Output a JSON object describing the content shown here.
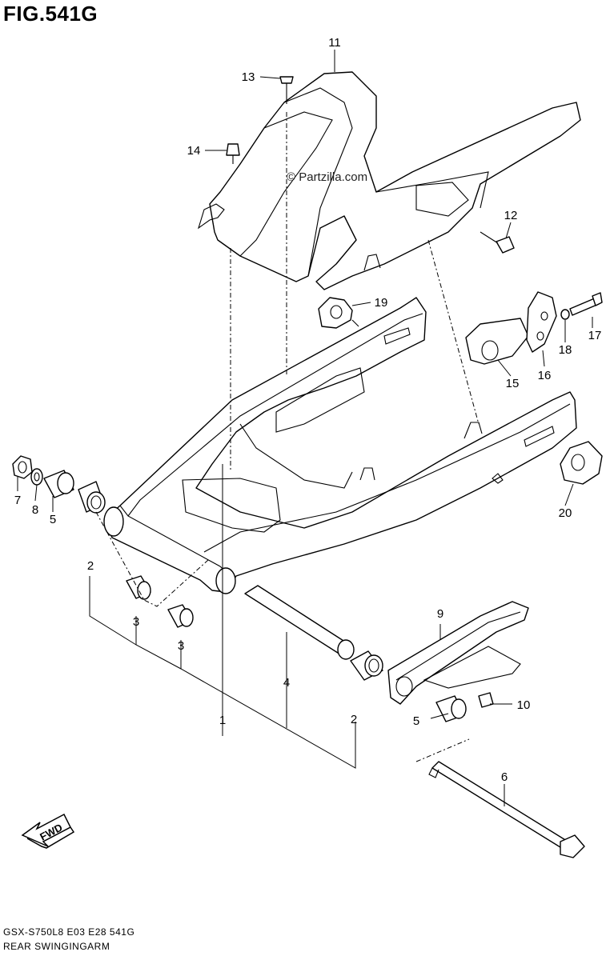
{
  "figure": {
    "title": "FIG.541G",
    "watermark": "© Partzilla.com",
    "model_code": "GSX-S750L8  E03  E28  541G",
    "name": "REAR SWINGINGARM",
    "fwd_label": "FWD"
  },
  "callouts": [
    {
      "id": "c1",
      "text": "1"
    },
    {
      "id": "c2a",
      "text": "2"
    },
    {
      "id": "c2b",
      "text": "2"
    },
    {
      "id": "c3a",
      "text": "3"
    },
    {
      "id": "c3b",
      "text": "3"
    },
    {
      "id": "c4",
      "text": "4"
    },
    {
      "id": "c5a",
      "text": "5"
    },
    {
      "id": "c5b",
      "text": "5"
    },
    {
      "id": "c6",
      "text": "6"
    },
    {
      "id": "c7",
      "text": "7"
    },
    {
      "id": "c8",
      "text": "8"
    },
    {
      "id": "c9",
      "text": "9"
    },
    {
      "id": "c10",
      "text": "10"
    },
    {
      "id": "c11",
      "text": "11"
    },
    {
      "id": "c12",
      "text": "12"
    },
    {
      "id": "c13",
      "text": "13"
    },
    {
      "id": "c14",
      "text": "14"
    },
    {
      "id": "c15",
      "text": "15"
    },
    {
      "id": "c16",
      "text": "16"
    },
    {
      "id": "c17",
      "text": "17"
    },
    {
      "id": "c18",
      "text": "18"
    },
    {
      "id": "c19",
      "text": "19"
    },
    {
      "id": "c20",
      "text": "20"
    }
  ]
}
